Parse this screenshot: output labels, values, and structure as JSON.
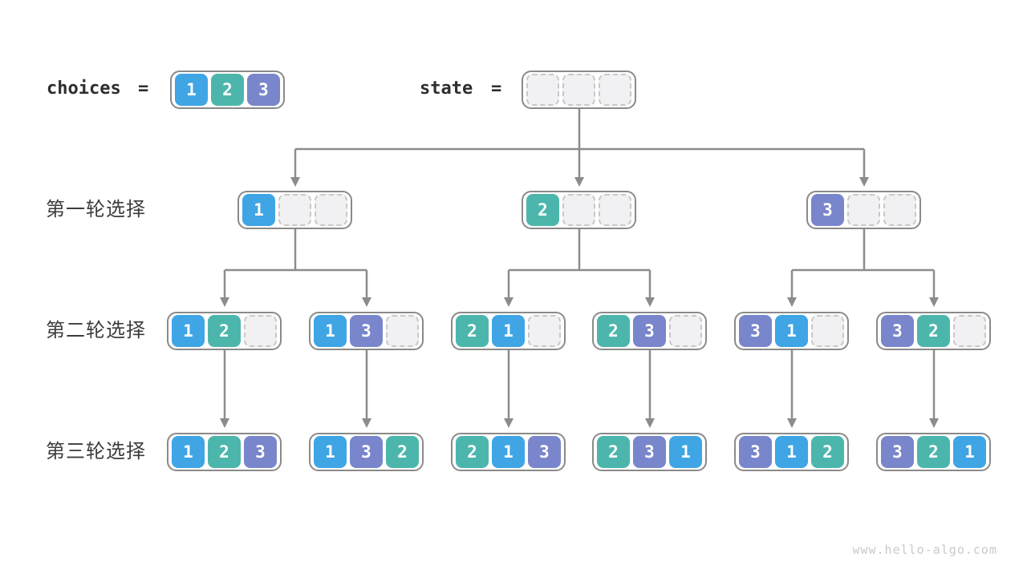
{
  "colors": {
    "value1": "#3FA5E4",
    "value2": "#4DB6AC",
    "value3": "#7986CB",
    "line": "#8C8C8C",
    "boxBorder": "#8A8A8A",
    "emptyFill": "#F1F1F3",
    "emptyBorder": "#C8C8C8",
    "labelText": "#3C3C3C",
    "codeText": "#2E2E2E",
    "watermark": "#C9C9C9"
  },
  "header": {
    "choices_label": "choices",
    "choices_equals": "=",
    "choices_cells": [
      "1",
      "2",
      "3"
    ],
    "state_label": "state",
    "state_equals": "=",
    "state_cells": [
      "",
      "",
      ""
    ]
  },
  "rows": [
    {
      "label": "第一轮选择",
      "boxes": [
        [
          "1",
          "",
          ""
        ],
        [
          "2",
          "",
          ""
        ],
        [
          "3",
          "",
          ""
        ]
      ]
    },
    {
      "label": "第二轮选择",
      "boxes": [
        [
          "1",
          "2",
          ""
        ],
        [
          "1",
          "3",
          ""
        ],
        [
          "2",
          "1",
          ""
        ],
        [
          "2",
          "3",
          ""
        ],
        [
          "3",
          "1",
          ""
        ],
        [
          "3",
          "2",
          ""
        ]
      ]
    },
    {
      "label": "第三轮选择",
      "boxes": [
        [
          "1",
          "2",
          "3"
        ],
        [
          "1",
          "3",
          "2"
        ],
        [
          "2",
          "1",
          "3"
        ],
        [
          "2",
          "3",
          "1"
        ],
        [
          "3",
          "1",
          "2"
        ],
        [
          "3",
          "2",
          "1"
        ]
      ]
    }
  ],
  "footer": {
    "watermark": "www.hello-algo.com"
  }
}
